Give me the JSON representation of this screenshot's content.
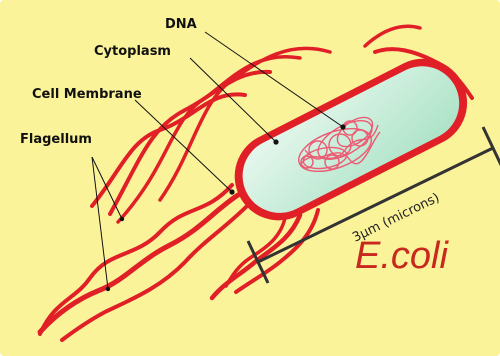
{
  "diagram": {
    "title": "E.coli",
    "labels": {
      "dna": "DNA",
      "cytoplasm": "Cytoplasm",
      "cell_membrane": "Cell Membrane",
      "flagellum": "Flagellum"
    },
    "scale_label": "3μm (microns)"
  },
  "colors": {
    "background": "#fbf39a",
    "membrane": "#e01f27",
    "cytoplasm": "#c6efd7",
    "dna": "#ec5b73",
    "title": "#c8281e",
    "leader": "#111111"
  }
}
